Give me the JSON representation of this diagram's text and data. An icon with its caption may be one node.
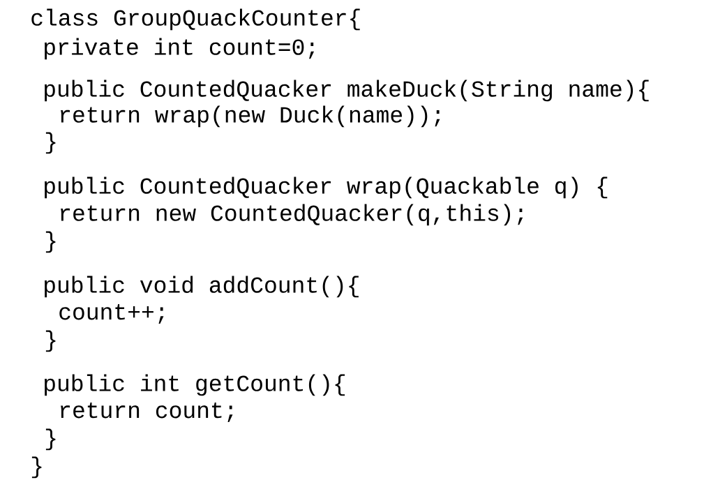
{
  "diagram": {
    "labels": [
      "class GroupQuackCounter{",
      "private int count=0;",
      "public CountedQuacker makeDuck(String name){",
      "return wrap(new Duck(name));",
      "}",
      "public CountedQuacker wrap(Quackable q) {",
      "return new CountedQuacker(q,this);",
      "}",
      "public void addCount(){",
      "count++;",
      "}",
      "public int getCount(){",
      "return count;",
      "}",
      "}"
    ]
  }
}
